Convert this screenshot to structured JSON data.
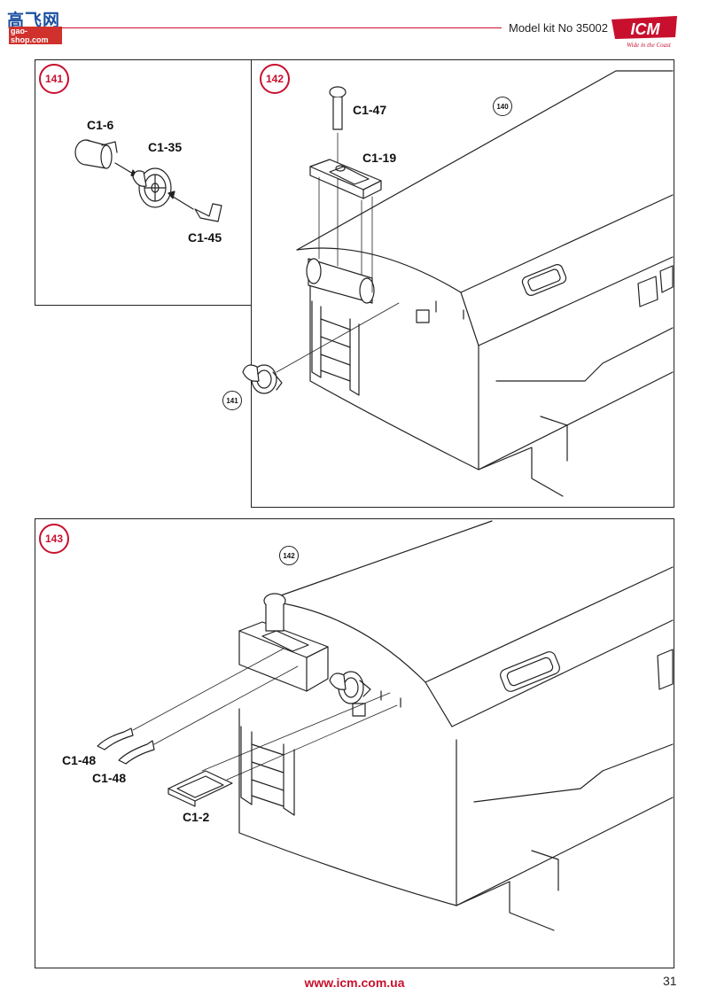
{
  "header": {
    "model_kit": "Model kit No 35002",
    "brand": "ICM",
    "brand_tagline": "Wide in the Coast",
    "watermark_main": "高飞网",
    "watermark_sub": "gao-shop.com"
  },
  "steps": [
    {
      "number": "141",
      "parts": [
        "C1-6",
        "C1-35",
        "C1-45"
      ]
    },
    {
      "number": "142",
      "ref_from": "140",
      "ref_sub": "141",
      "parts": [
        "C1-47",
        "C1-19"
      ]
    },
    {
      "number": "143",
      "ref_from": "142",
      "parts": [
        "C1-48",
        "C1-48",
        "C1-2"
      ]
    }
  ],
  "footer": {
    "url": "www.icm.com.ua",
    "page_number": "31"
  },
  "colors": {
    "accent_red": "#c8102e",
    "line": "#222222"
  }
}
